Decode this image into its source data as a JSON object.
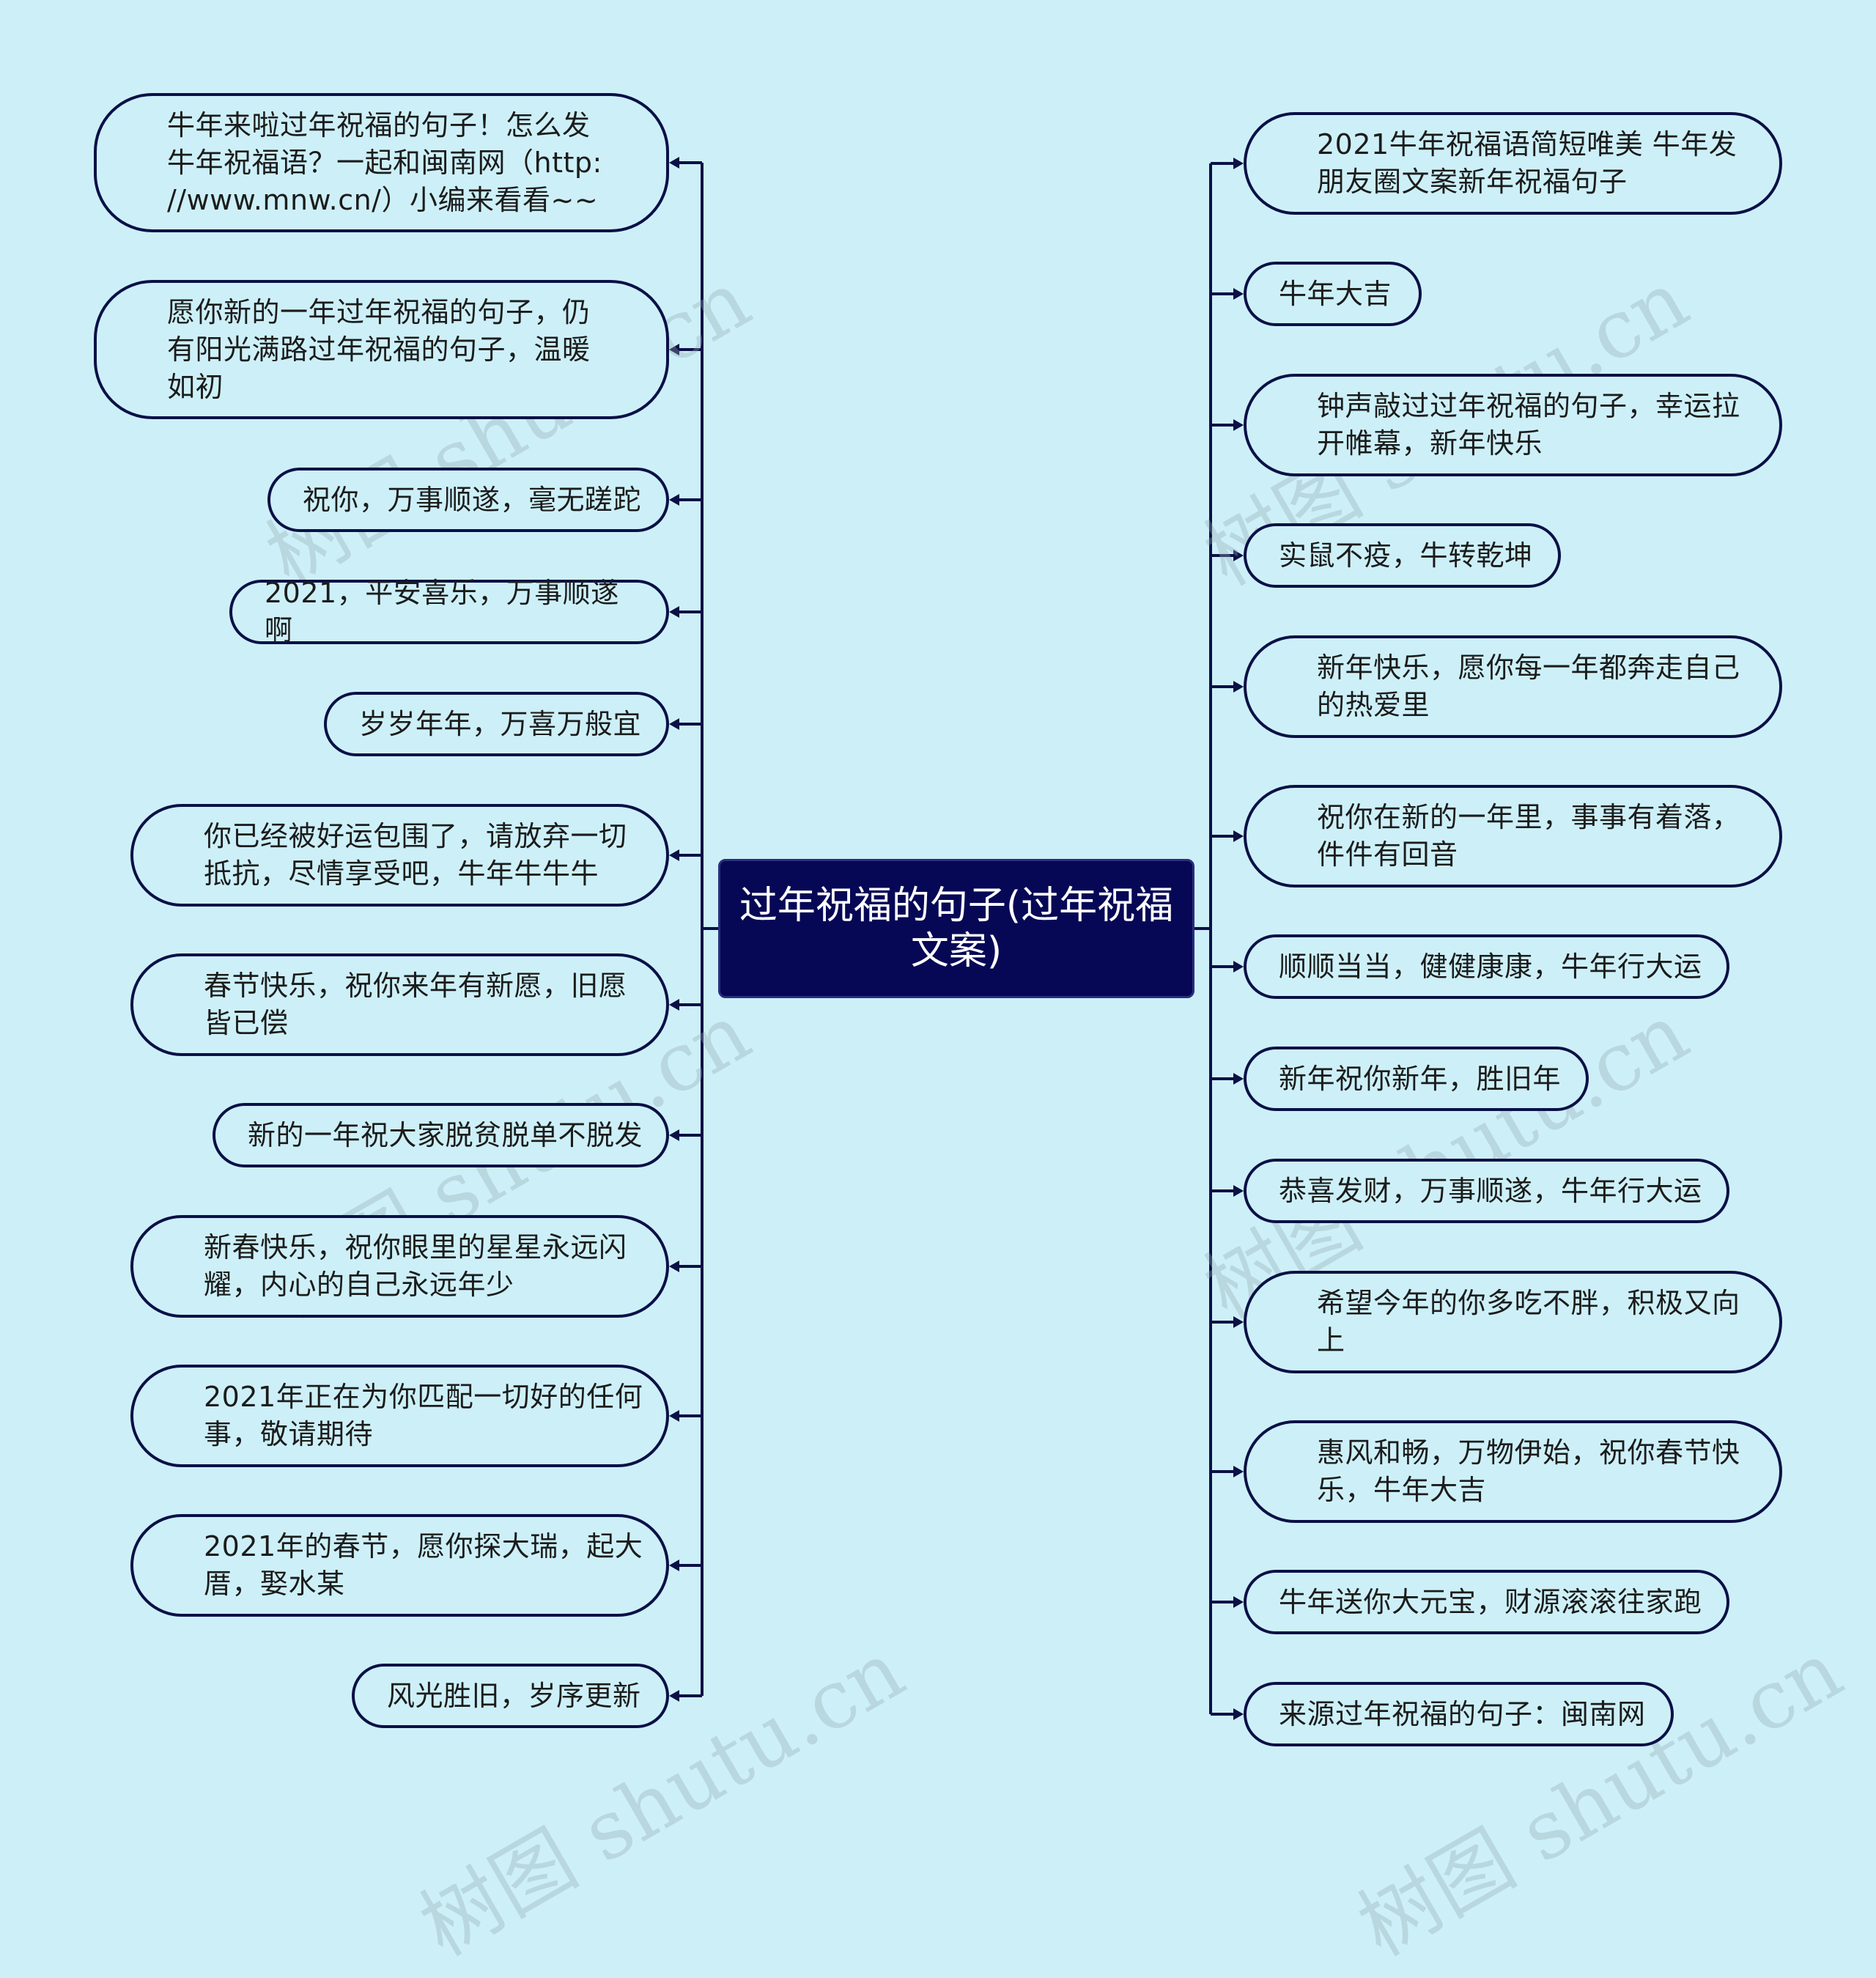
{
  "root": {
    "label": "过年祝福的句子(过年祝福\n文案)"
  },
  "left": [
    "牛年来啦过年祝福的句子！怎么发\n牛年祝福语？一起和闽南网（http:\n//www.mnw.cn/）小编来看看~~",
    "愿你新的一年过年祝福的句子，仍\n有阳光满路过年祝福的句子，温暖\n如初",
    "祝你，万事顺遂，毫无蹉跎",
    "2021，平安喜乐，万事顺遂啊",
    "岁岁年年，万喜万般宜",
    "你已经被好运包围了，请放弃一切\n抵抗，尽情享受吧，牛年牛牛牛",
    "春节快乐，祝你来年有新愿，旧愿\n皆已偿",
    "新的一年祝大家脱贫脱单不脱发",
    "新春快乐，祝你眼里的星星永远闪\n耀，内心的自己永远年少",
    "2021年正在为你匹配一切好的任何\n事，敬请期待",
    "2021年的春节，愿你探大瑞，起大\n厝，娶水某",
    "风光胜旧，岁序更新"
  ],
  "right": [
    "2021牛年祝福语简短唯美 牛年发\n朋友圈文案新年祝福句子",
    "牛年大吉",
    "钟声敲过过年祝福的句子，幸运拉\n开帷幕，新年快乐",
    "实鼠不疫，牛转乾坤",
    "新年快乐，愿你每一年都奔走自己\n的热爱里",
    "祝你在新的一年里，事事有着落，\n件件有回音",
    "顺顺当当，健健康康，牛年行大运",
    "新年祝你新年，胜旧年",
    "恭喜发财，万事顺遂，牛年行大运",
    "希望今年的你多吃不胖，积极又向\n上",
    "惠风和畅，万物伊始，祝你春节快\n乐，牛年大吉",
    "牛年送你大元宝，财源滚滚往家跑",
    "来源过年祝福的句子：闽南网"
  ],
  "watermark": "树图 shutu.cn",
  "colors": {
    "background": "#cdf0f8",
    "line": "#0b1046",
    "root": "#060856"
  }
}
